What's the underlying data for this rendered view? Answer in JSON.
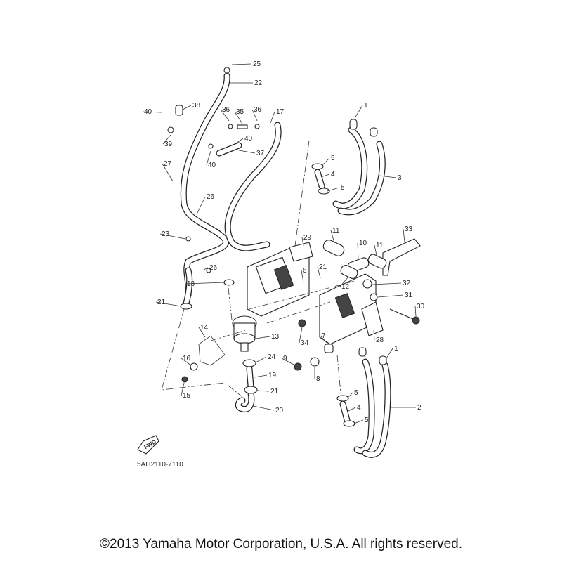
{
  "diagram": {
    "code": "5AH2110-7110",
    "fwd_label": "FWD",
    "callouts": [
      "25",
      "22",
      "38",
      "40",
      "36",
      "35",
      "36",
      "17",
      "1",
      "39",
      "40",
      "37",
      "40",
      "27",
      "5",
      "4",
      "5",
      "3",
      "26",
      "23",
      "29",
      "11",
      "10",
      "11",
      "33",
      "26",
      "21",
      "6",
      "12",
      "18",
      "32",
      "31",
      "21",
      "30",
      "14",
      "13",
      "34",
      "7",
      "28",
      "1",
      "16",
      "24",
      "9",
      "19",
      "8",
      "15",
      "21",
      "5",
      "2",
      "4",
      "5",
      "20"
    ]
  },
  "footer": {
    "copyright": "©2013 Yamaha Motor Corporation, U.S.A. All rights reserved."
  }
}
